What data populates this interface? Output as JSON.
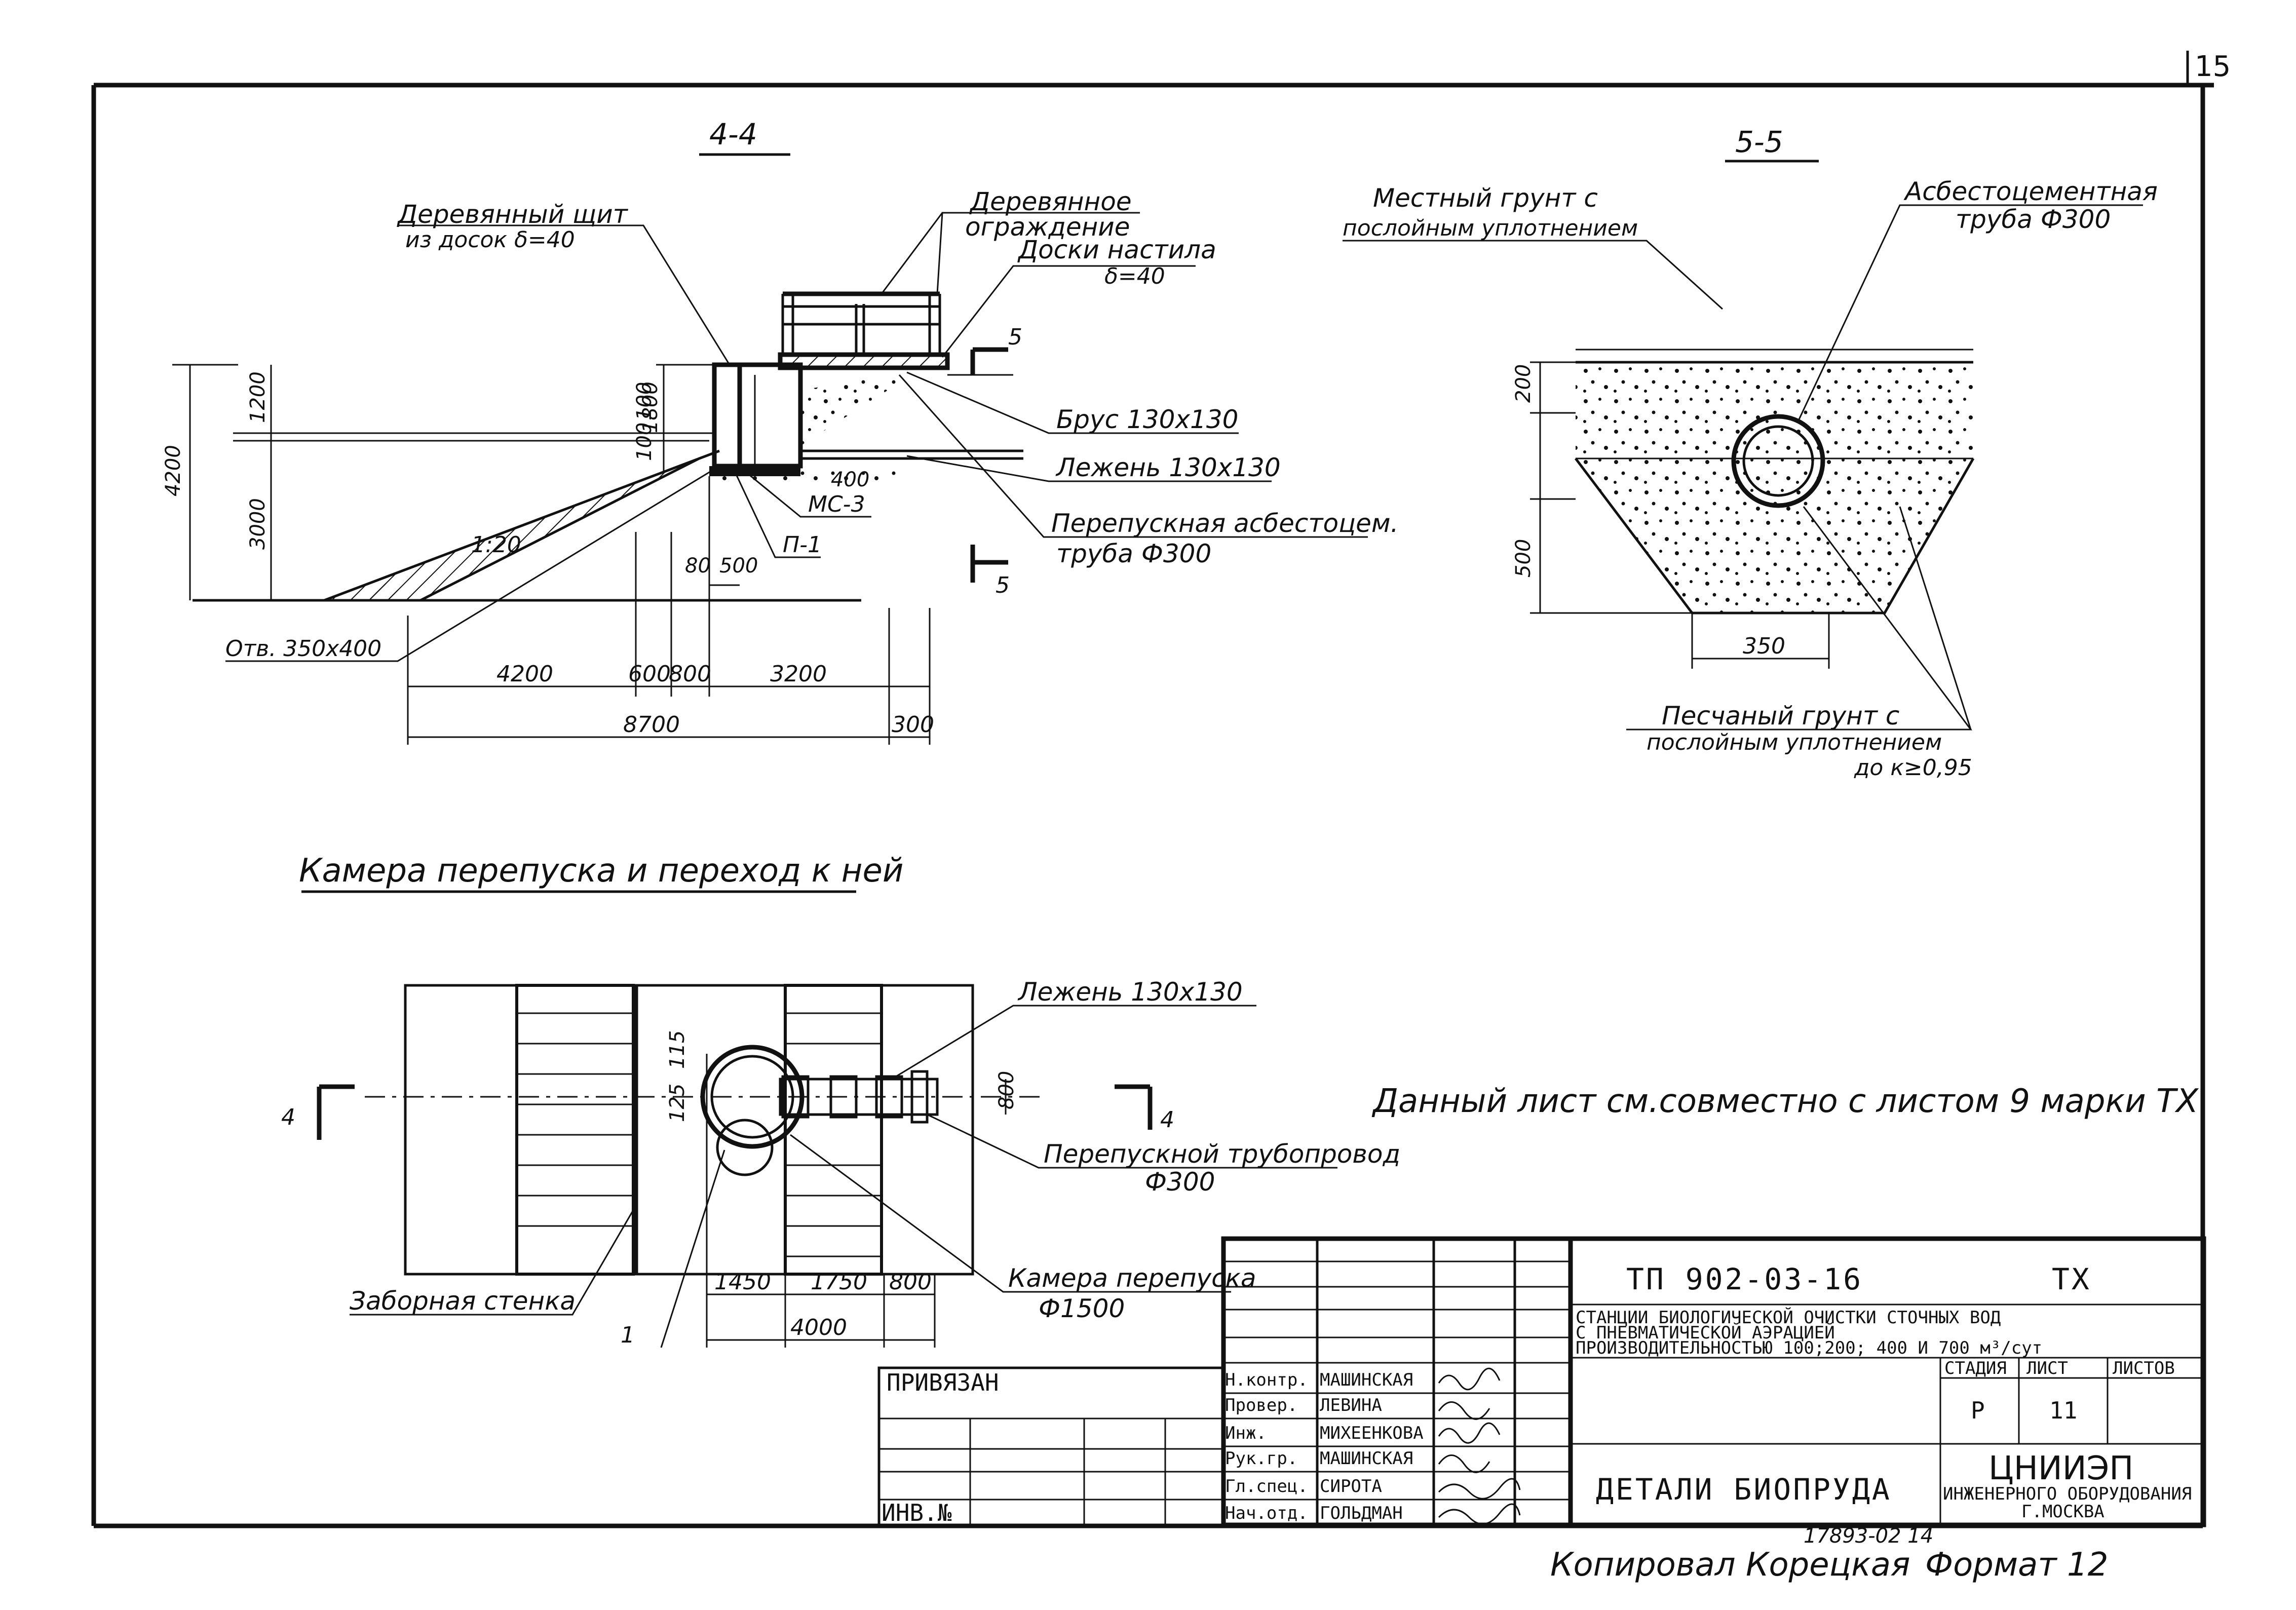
{
  "sheet": {
    "page_number": "15",
    "note": "Данный лист см.совместно с листом 9 марки ТХ",
    "copied_by": "Копировал Корецкая",
    "format": "Формат 12",
    "doc_number": "17893-02 14"
  },
  "section_4_4": {
    "title": "4-4",
    "labels": {
      "wood_shield": "Деревянный щит",
      "wood_shield_sub": "из досок δ=40",
      "wood_fence": "Деревянное",
      "wood_fence_sub": "ограждение",
      "deck_boards": "Доски настила",
      "deck_boards_sub": "δ=40",
      "beam": "Брус 130x130",
      "sleeper": "Лежень 130x130",
      "bypass_pipe": "Перепускная асбестоцем.",
      "bypass_pipe_sub": "труба Ф300",
      "ms3": "МС-3",
      "p1": "П-1",
      "opening": "Отв. 350x400",
      "slope": "1:20",
      "cut_mark": "5"
    },
    "dims": {
      "h_total": "4200",
      "h_top": "1200",
      "h_water": "3000",
      "h_wall": "1800",
      "h_100a": "100",
      "h_100b": "100",
      "h_400": "400",
      "d80": "80",
      "d500": "500",
      "d4200": "4200",
      "d600": "600",
      "d800": "800",
      "d3200": "3200",
      "d8700": "8700",
      "d300": "300"
    }
  },
  "section_5_5": {
    "title": "5-5",
    "labels": {
      "local_soil": "Местный грунт с",
      "local_soil_sub": "послойным уплотнением",
      "ac_pipe": "Асбестоцементная",
      "ac_pipe_sub": "труба Ф300",
      "sand": "Песчаный грунт с",
      "sand_sub": "послойным уплотнением",
      "sand_sub2": "до к≥0,95"
    },
    "dims": {
      "h200": "200",
      "h500": "500",
      "w350": "350"
    }
  },
  "plan": {
    "title": "Камера перепуска и переход к ней",
    "labels": {
      "sleeper": "Лежень 130x130",
      "bypass_line": "Перепускной трубопровод",
      "bypass_line_sub": "Ф300",
      "chamber": "Камера перепуска",
      "chamber_sub": "Ф1500",
      "intake_wall": "Заборная стенка",
      "item1": "1",
      "cut_left": "4",
      "cut_right": "4"
    },
    "dims": {
      "d1450": "1450",
      "d1750": "1750",
      "d800": "800",
      "d4000": "4000",
      "d800v": "800",
      "d115": "115",
      "d125": "125"
    }
  },
  "title_block": {
    "project_code": "ТП 902-03-16",
    "mark": "ТХ",
    "station_line1": "СТАНЦИИ БИОЛОГИЧЕСКОЙ ОЧИСТКИ СТОЧНЫХ ВОД",
    "station_line2": "С ПНЕВМАТИЧЕСКОЙ АЭРАЦИЕЙ",
    "station_line3": "ПРОИЗВОДИТЕЛЬНОСТЬЮ 100;200; 400 И 700 м³/сут",
    "stage_header": "СТАДИЯ",
    "sheet_header": "ЛИСТ",
    "sheets_header": "ЛИСТОВ",
    "stage": "Р",
    "sheet_no": "11",
    "drawing_title": "ДЕТАЛИ БИОПРУДА",
    "org": "ЦНИИЭП",
    "org_sub1": "ИНЖЕНЕРНОГО ОБОРУДОВАНИЯ",
    "org_sub2": "Г.МОСКВА",
    "bound": "ПРИВЯЗАН",
    "inv": "ИНВ.№",
    "roles": [
      {
        "role": "Н.контр.",
        "name": "МАШИНСКАЯ"
      },
      {
        "role": "Провер.",
        "name": "ЛЕВИНА"
      },
      {
        "role": "Инж.",
        "name": "МИХЕЕНКОВА"
      },
      {
        "role": "Рук.гр.",
        "name": "МАШИНСКАЯ"
      },
      {
        "role": "Гл.спец.",
        "name": "СИРОТА"
      },
      {
        "role": "Нач.отд.",
        "name": "ГОЛЬДМАН"
      }
    ]
  }
}
